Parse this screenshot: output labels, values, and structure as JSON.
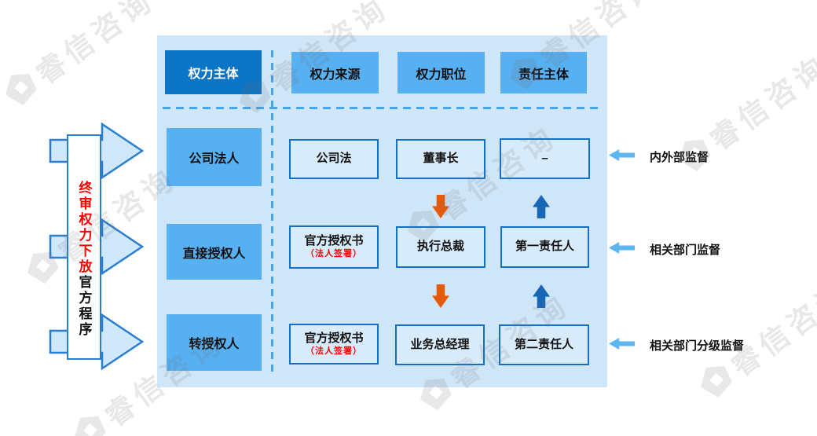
{
  "watermark": {
    "text": "睿信咨询"
  },
  "left_flow": {
    "label_red": "终审权力下放",
    "label_black": "官方程序"
  },
  "matrix": {
    "headers": {
      "subject": "权力主体",
      "source": "权力来源",
      "position": "权力职位",
      "responsible": "责任主体"
    },
    "rows": [
      {
        "subject": "公司法人",
        "source": "公司法",
        "source_note": "",
        "position": "董事长",
        "responsible": "–"
      },
      {
        "subject": "直接授权人",
        "source": "官方授权书",
        "source_note": "（法人签署）",
        "position": "执行总裁",
        "responsible": "第一责任人"
      },
      {
        "subject": "转授权人",
        "source": "官方授权书",
        "source_note": "（法人签署）",
        "position": "业务总经理",
        "responsible": "第二责任人"
      }
    ]
  },
  "supervision": {
    "items": [
      "内外部监督",
      "相关部门监督",
      "相关部门分级监督"
    ]
  },
  "colors": {
    "panel": "#cfe6f8",
    "header_dark": "#0d75c5",
    "header_mid": "#57b0f1",
    "cell_fill": "#d8ebfb",
    "cell_border": "#1470c4",
    "dashed_line": "#47a4e9",
    "down_arrow_orange": "#e65a0b",
    "up_arrow_blue": "#1767b6",
    "supervision_arrow": "#5db5f2",
    "big_arrow_border": "#2b7ed2",
    "red_text": "#ff0000"
  }
}
